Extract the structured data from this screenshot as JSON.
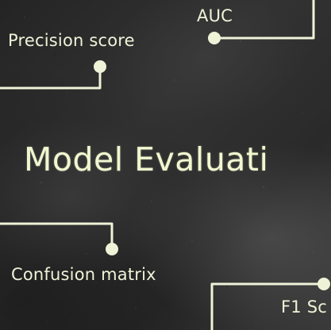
{
  "diagram": {
    "title": "Model Evaluati",
    "labels": {
      "auc": "AUC",
      "precision": "Precision score",
      "confusion": "Confusion matrix",
      "f1": "F1 Sc"
    },
    "colors": {
      "chalk": "#eef3d8",
      "board": "#2b2b2b"
    }
  }
}
